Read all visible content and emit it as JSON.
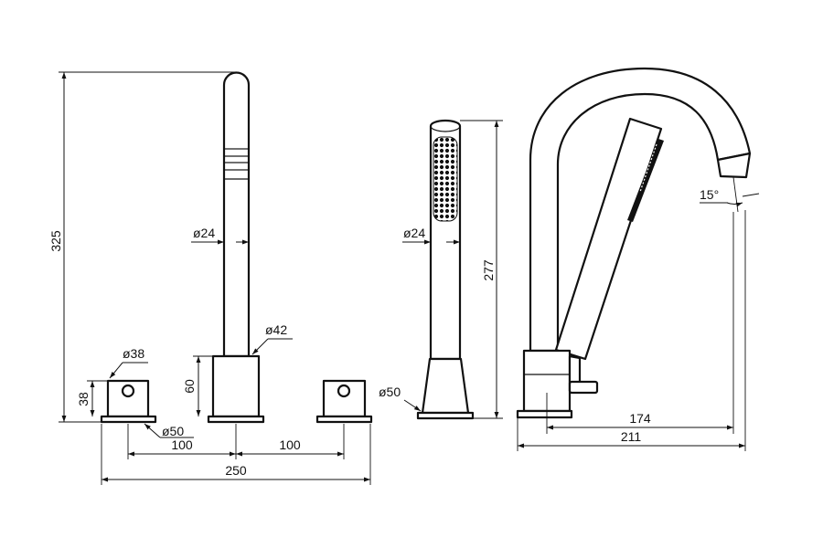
{
  "labels": {
    "height_total": "325",
    "spout_diameter": "ø24",
    "body_diameter": "ø42",
    "body_height": "60",
    "handle_diameter": "ø38",
    "handle_height": "38",
    "handle_base_diameter": "ø50",
    "spacing_left": "100",
    "spacing_right": "100",
    "overall_width": "250",
    "shower_diameter": "ø24",
    "shower_height": "277",
    "shower_base_diameter": "ø50",
    "spout_angle": "15°",
    "projection_inner": "174",
    "projection_total": "211"
  }
}
